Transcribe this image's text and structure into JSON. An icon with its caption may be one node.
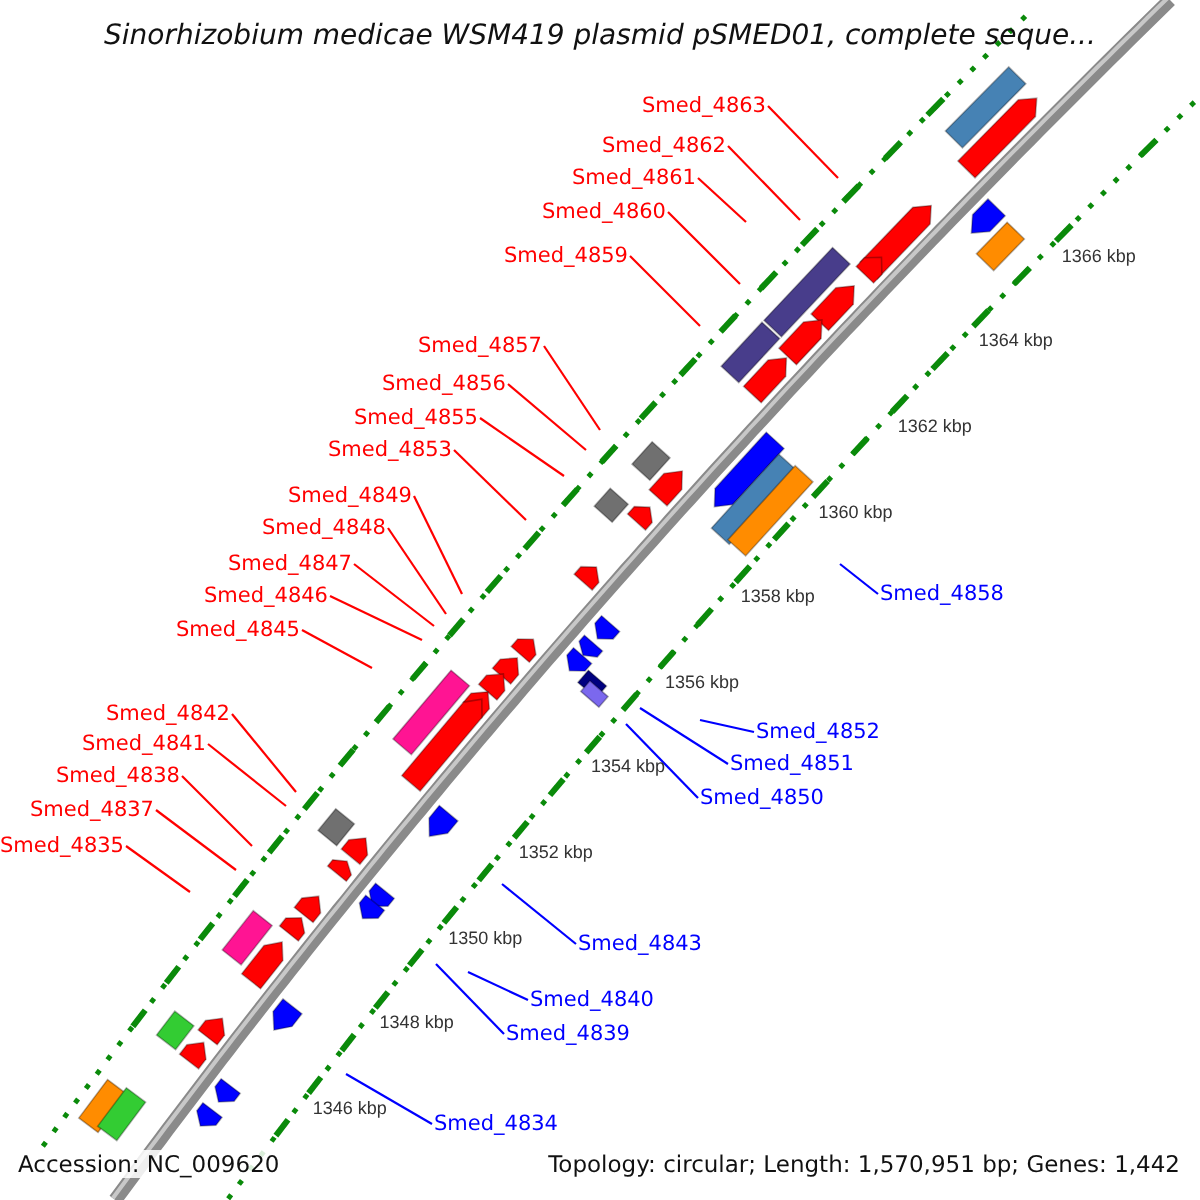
{
  "diagram": {
    "title": "Sinorhizobium medicae WSM419 plasmid pSMED01, complete seque...",
    "nodes": [
      {
        "text": [
          "Smed_4863"
        ]
      },
      {
        "text": [
          "Smed_4862"
        ]
      },
      {
        "text": [
          "Smed_4861"
        ]
      },
      {
        "text": [
          "Smed_4860"
        ]
      },
      {
        "text": [
          "Smed_4859"
        ]
      },
      {
        "text": [
          "Smed_4857"
        ]
      },
      {
        "text": [
          "Smed_4856"
        ]
      },
      {
        "text": [
          "Smed_4855"
        ]
      },
      {
        "text": [
          "Smed_4853"
        ]
      },
      {
        "text": [
          "Smed_4849"
        ]
      },
      {
        "text": [
          "Smed_4848"
        ]
      },
      {
        "text": [
          "Smed_4847"
        ]
      },
      {
        "text": [
          "Smed_4858"
        ]
      },
      {
        "text": [
          "Smed_4846"
        ]
      },
      {
        "text": [
          "Smed_4845"
        ]
      },
      {
        "text": [
          "Smed_4842"
        ]
      },
      {
        "text": [
          "Smed_4852"
        ]
      },
      {
        "text": [
          "Smed_4841"
        ]
      },
      {
        "text": [
          "Smed_4851"
        ]
      },
      {
        "text": [
          "Smed_4838"
        ]
      },
      {
        "text": [
          "Smed_4850"
        ]
      },
      {
        "text": [
          "Smed_4837"
        ]
      },
      {
        "text": [
          "Smed_4835"
        ]
      },
      {
        "text": [
          "Smed_4843"
        ]
      },
      {
        "text": [
          "Smed_4840"
        ]
      },
      {
        "text": [
          "Smed_4839"
        ]
      },
      {
        "text": [
          "Smed_4834"
        ]
      }
    ],
    "edges": [
      {
        "from": 0,
        "to": null,
        "arrow": "none"
      },
      {
        "from": 1,
        "to": null,
        "arrow": "none"
      },
      {
        "from": 2,
        "to": null,
        "arrow": "none"
      },
      {
        "from": 3,
        "to": null,
        "arrow": "none"
      },
      {
        "from": 4,
        "to": null,
        "arrow": "none"
      },
      {
        "from": 5,
        "to": null,
        "arrow": "none"
      },
      {
        "from": 6,
        "to": null,
        "arrow": "none"
      },
      {
        "from": 7,
        "to": null,
        "arrow": "none"
      },
      {
        "from": 8,
        "to": null,
        "arrow": "none"
      },
      {
        "from": 9,
        "to": null,
        "arrow": "none"
      },
      {
        "from": 10,
        "to": null,
        "arrow": "none"
      },
      {
        "from": 11,
        "to": null,
        "arrow": "none"
      },
      {
        "from": 12,
        "to": null,
        "arrow": "none",
        "color": "#0000ff"
      },
      {
        "from": 13,
        "to": null,
        "arrow": "none"
      },
      {
        "from": 14,
        "to": null,
        "arrow": "none"
      },
      {
        "from": 15,
        "to": null,
        "arrow": "none"
      },
      {
        "from": 16,
        "to": null,
        "arrow": "none",
        "color": "#0000ff"
      },
      {
        "from": 17,
        "to": null,
        "arrow": "none"
      },
      {
        "from": 18,
        "to": null,
        "arrow": "none",
        "color": "#0000ff"
      },
      {
        "from": 19,
        "to": null,
        "arrow": "none"
      },
      {
        "from": 20,
        "to": null,
        "arrow": "none",
        "color": "#0000ff"
      },
      {
        "from": 21,
        "to": null,
        "arrow": "none"
      },
      {
        "from": 22,
        "to": null,
        "arrow": "none"
      },
      {
        "from": 23,
        "to": null,
        "arrow": "none",
        "color": "#0000ff"
      },
      {
        "from": 24,
        "to": null,
        "arrow": "none",
        "color": "#0000ff"
      },
      {
        "from": 25,
        "to": null,
        "arrow": "none",
        "color": "#0000ff"
      },
      {
        "from": 26,
        "to": null,
        "arrow": "none",
        "color": "#0000ff"
      }
    ],
    "labels": [
      "1366 kbp",
      "1364 kbp",
      "1362 kbp",
      "1360 kbp",
      "1358 kbp",
      "1356 kbp",
      "1354 kbp",
      "1352 kbp",
      "1350 kbp",
      "1348 kbp",
      "1346 kbp",
      "Accession: NC_009620",
      "Topology: circular; Length: 1,570,951 bp; Genes: 1,442"
    ]
  }
}
